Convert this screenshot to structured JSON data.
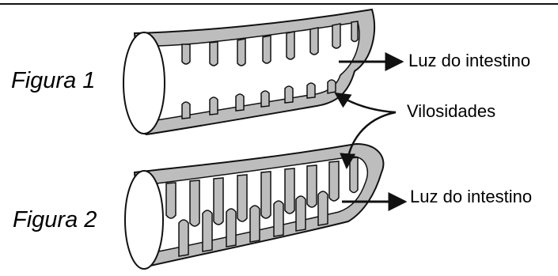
{
  "header": {
    "text": ""
  },
  "figures": [
    {
      "label": "Figura 1"
    },
    {
      "label": "Figura 2"
    }
  ],
  "annotations": {
    "lumen_top": "Luz do intestino",
    "villi": "Vilosidades",
    "lumen_bottom": "Luz do intestino"
  },
  "colors": {
    "villus_fill": "#bdbdbd",
    "stroke": "#111111",
    "background": "#ffffff"
  }
}
